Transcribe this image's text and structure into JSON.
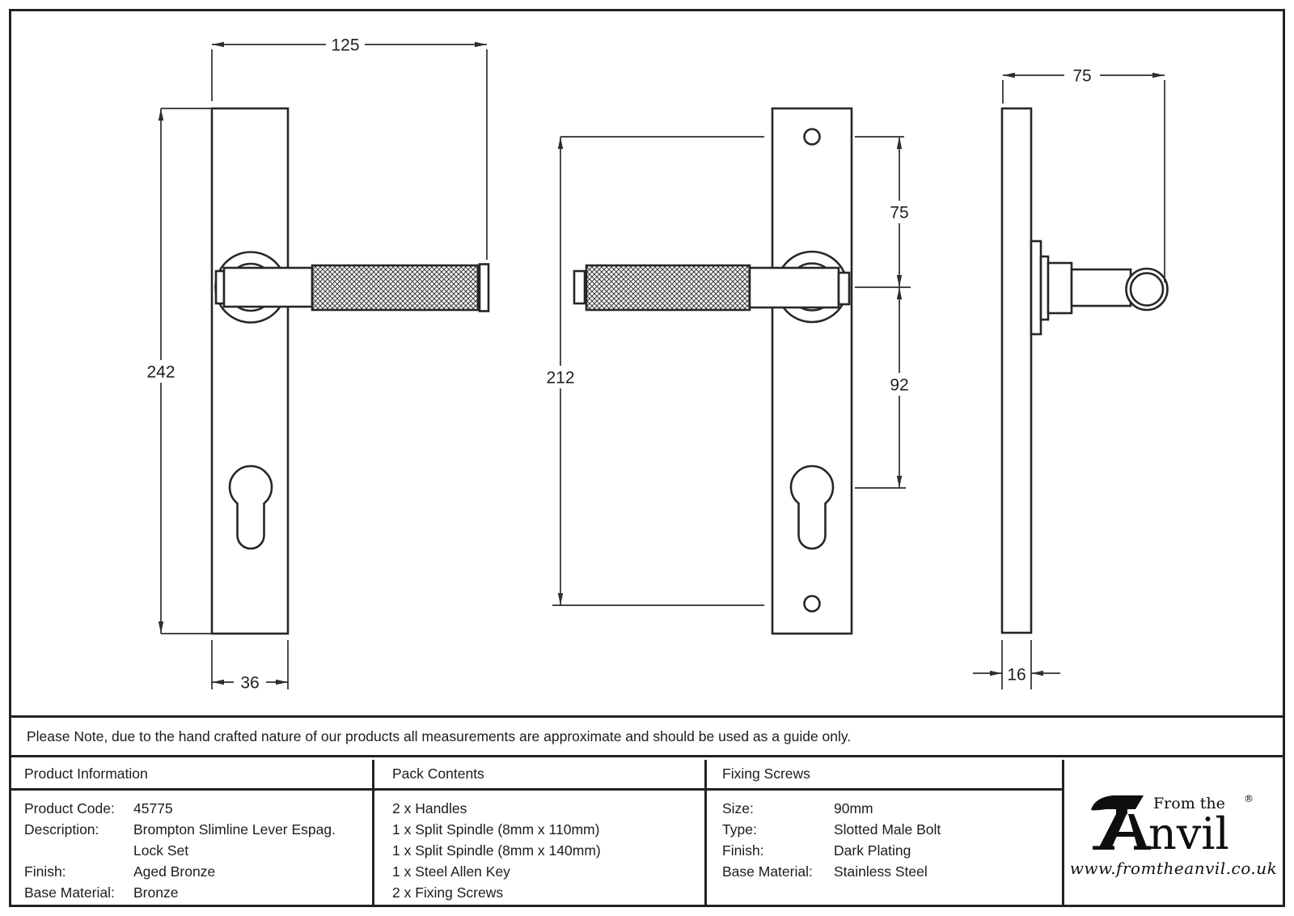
{
  "drawings": {
    "front_view_lever_right": {
      "handle_length": "125",
      "plate_height": "242",
      "plate_width": "36"
    },
    "front_view_lever_left": {
      "screw_centres": "212",
      "top_to_spindle": "75",
      "spindle_to_cylinder": "92"
    },
    "side_view": {
      "projection": "75",
      "plate_thickness": "16"
    }
  },
  "note": "Please Note, due to the hand crafted nature of our products all measurements are approximate and should be used as a guide only.",
  "table": {
    "product_information": {
      "header": "Product Information",
      "rows": [
        {
          "label": "Product Code:",
          "value": "45775"
        },
        {
          "label": "Description:",
          "value": "Brompton Slimline Lever Espag.\nLock Set"
        },
        {
          "label": "Finish:",
          "value": "Aged Bronze"
        },
        {
          "label": "Base Material:",
          "value": "Bronze"
        }
      ]
    },
    "pack_contents": {
      "header": "Pack Contents",
      "items": [
        "2 x Handles",
        "1 x Split Spindle (8mm x 110mm)",
        "1 x Split Spindle (8mm x 140mm)",
        "1 x Steel Allen Key",
        "2 x Fixing Screws"
      ]
    },
    "fixing_screws": {
      "header": "Fixing Screws",
      "rows": [
        {
          "label": "Size:",
          "value": "90mm"
        },
        {
          "label": "Type:",
          "value": "Slotted Male Bolt"
        },
        {
          "label": "Finish:",
          "value": "Dark Plating"
        },
        {
          "label": "Base Material:",
          "value": "Stainless Steel"
        }
      ]
    }
  },
  "logo": {
    "prefix": "From the",
    "suffix": "nvil",
    "registered": "®",
    "website": "www.fromtheanvil.co.uk"
  }
}
